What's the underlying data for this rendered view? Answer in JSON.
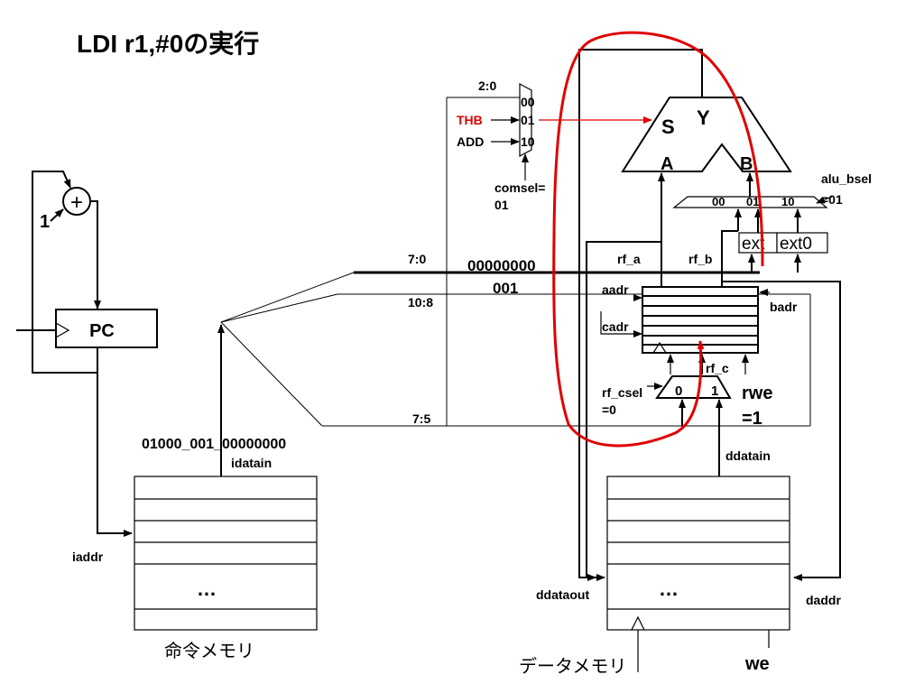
{
  "title": "LDI r1,#0の実行",
  "pc": {
    "label": "PC",
    "plus": "+",
    "one": "1"
  },
  "instruction": {
    "code": "01000_001_00000000",
    "idatain": "idatain",
    "iaddr": "iaddr",
    "dots": "…",
    "memory_label": "命令メモリ"
  },
  "fields": {
    "f70": "7:0",
    "f108": "10:8",
    "f75": "7:5"
  },
  "values": {
    "imm": "00000000",
    "reg": "001"
  },
  "alu_mux": {
    "sel_range": "2:0",
    "in0": "00",
    "in1": "01",
    "in2": "10",
    "thb": "THB",
    "add": "ADD",
    "comsel": "comsel=",
    "comsel_val": "01"
  },
  "alu": {
    "s": "S",
    "y": "Y",
    "a": "A",
    "b": "B"
  },
  "bsel_mux": {
    "in0": "00",
    "in1": "01",
    "in2": "10",
    "label": "alu_bsel",
    "value": "=01",
    "ext": "ext",
    "ext0": "ext0"
  },
  "regfile": {
    "rf_a": "rf_a",
    "rf_b": "rf_b",
    "aadr": "aadr",
    "badr": "badr",
    "cadr": "cadr",
    "rf_c": "rf_c"
  },
  "csel_mux": {
    "label": "rf_csel",
    "value": "=0",
    "in0": "0",
    "in1": "1",
    "rwe": "rwe",
    "rwe_value": "=1"
  },
  "data_memory": {
    "ddatain": "ddatain",
    "ddataout": "ddataout",
    "daddr": "daddr",
    "dots": "…",
    "label": "データメモリ",
    "we": "we"
  },
  "colors": {
    "highlight": "#e00000",
    "line": "#000000"
  }
}
